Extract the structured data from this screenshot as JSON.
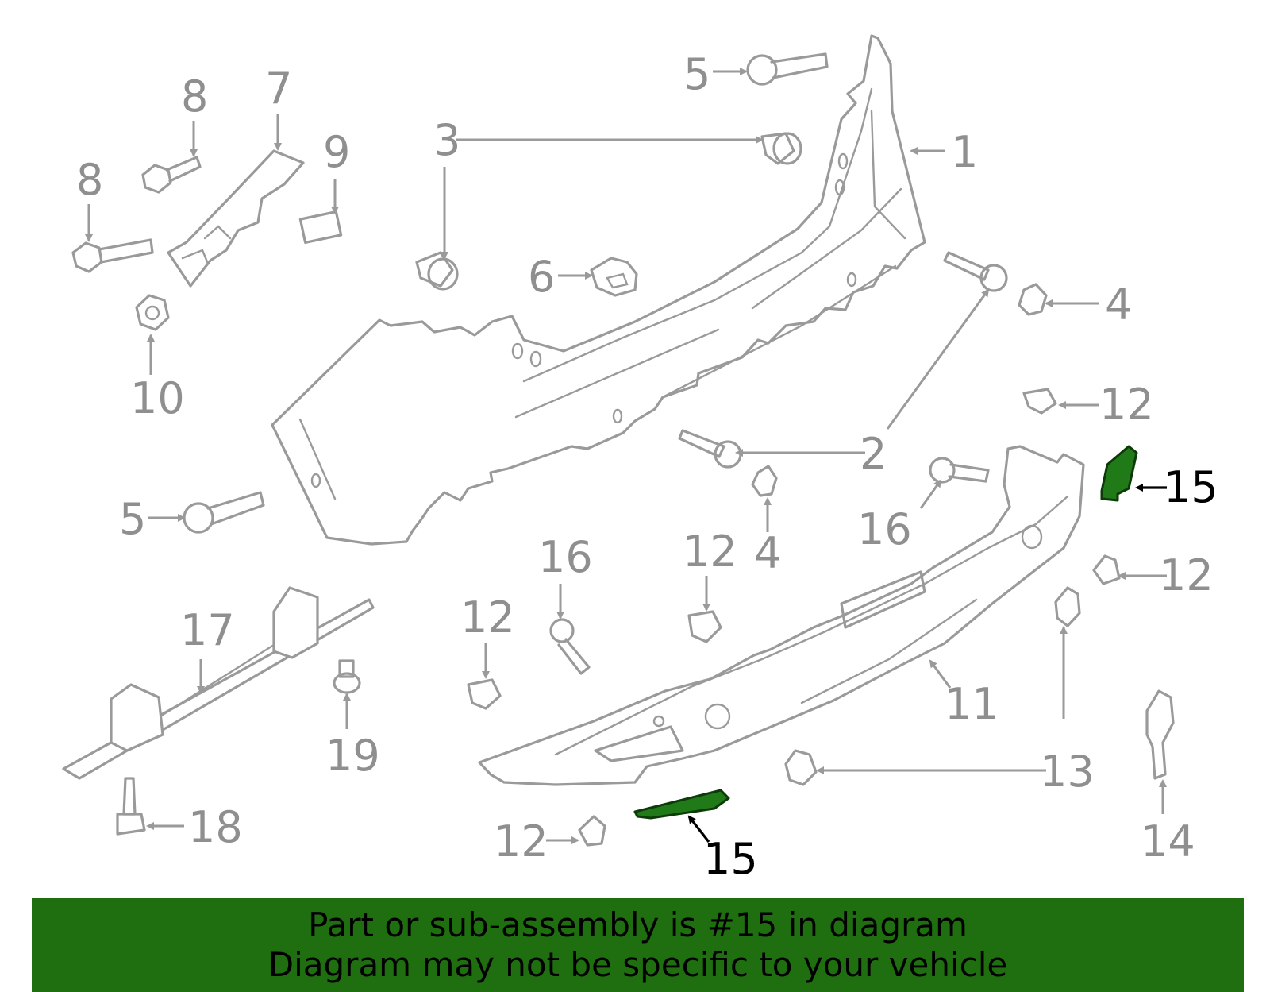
{
  "colors": {
    "banner_background": "#1f6e10",
    "highlight_part": "#217a18",
    "line_art": "#9a9a9a",
    "label_text": "#8f8f8f"
  },
  "callouts": {
    "c1": "1",
    "c2": "2",
    "c3": "3",
    "c4a": "4",
    "c4b": "4",
    "c5a": "5",
    "c5b": "5",
    "c6": "6",
    "c7": "7",
    "c8a": "8",
    "c8b": "8",
    "c9": "9",
    "c10": "10",
    "c11": "11",
    "c12a": "12",
    "c12b": "12",
    "c12c": "12",
    "c12d": "12",
    "c12e": "12",
    "c13": "13",
    "c14": "14",
    "c15a": "15",
    "c15b": "15",
    "c16a": "16",
    "c16b": "16",
    "c17": "17",
    "c18": "18",
    "c19": "19"
  },
  "banner": {
    "line1": "Part or sub-assembly is #15 in diagram",
    "line2": "Diagram may not be specific to your vehicle"
  }
}
